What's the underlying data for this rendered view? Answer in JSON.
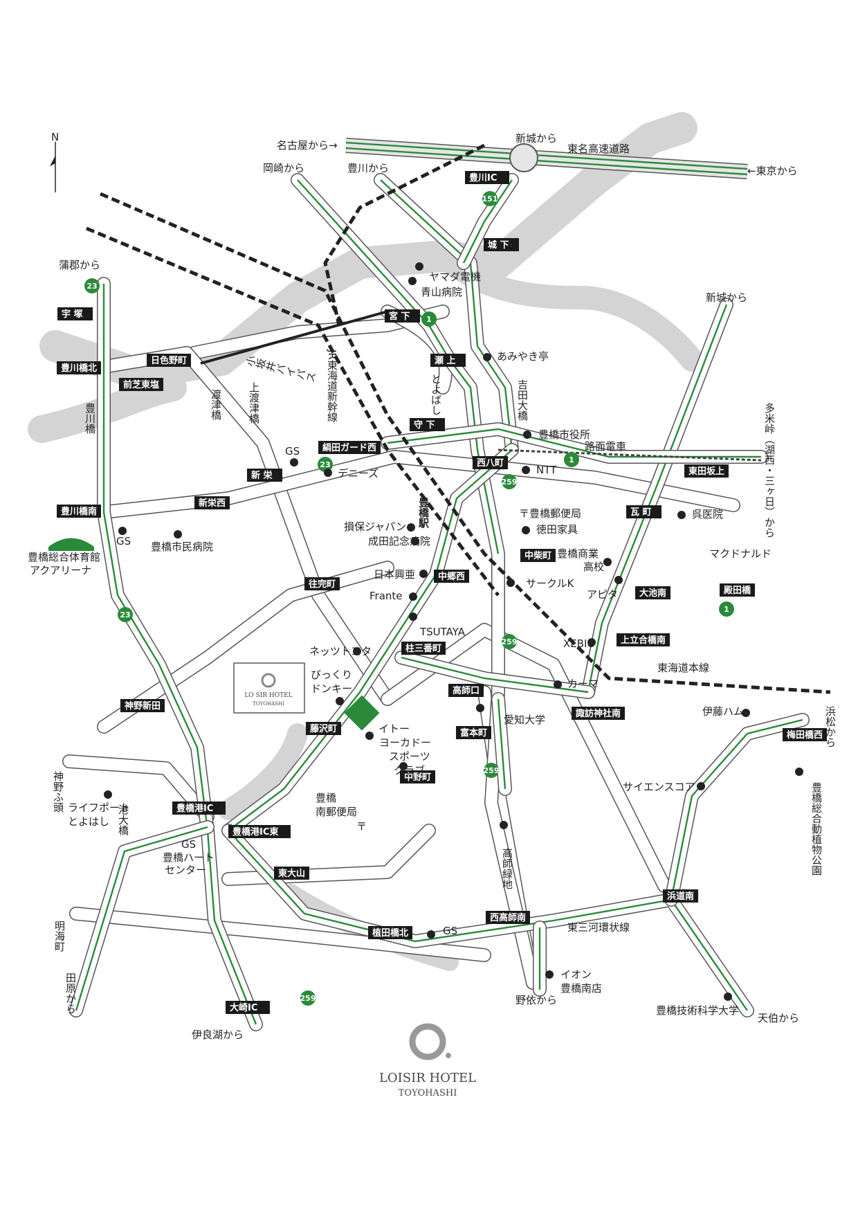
{
  "north": "N",
  "directions": {
    "nagoya": "名古屋から→",
    "shinshiro_top": "新城から",
    "tokyo": "←東京から",
    "okazaki": "岡崎から",
    "toyokawa": "豊川から",
    "gamagori": "蒲郡から",
    "shinshiro_right": "新城から",
    "tamitoge": "多米峠（湖西・三ヶ日）から",
    "hamamatsu": "浜松から",
    "tahara": "田原から",
    "irago": "伊良湖から",
    "noyori": "野依から",
    "tenpaku": "天伯から"
  },
  "roads": {
    "tomei": "東名高速道路",
    "kosakai": "小坂井バイパス",
    "shinkansen": "JR東海道新幹線",
    "tokaido": "東海道本線",
    "tram": "路面電車",
    "higashimikawa": "東三河環状線"
  },
  "intersections": [
    {
      "id": "toyokawa-ic",
      "label": "豊川IC"
    },
    {
      "id": "shiroshita",
      "label": "城 下"
    },
    {
      "id": "miyashita",
      "label": "宮 下"
    },
    {
      "id": "seue",
      "label": "瀬 上"
    },
    {
      "id": "morishita",
      "label": "守 下"
    },
    {
      "id": "nishihacho",
      "label": "西八町"
    },
    {
      "id": "higashidasakaue",
      "label": "東田坂上"
    },
    {
      "id": "kawaramachi",
      "label": "瓦 町"
    },
    {
      "id": "udzuka",
      "label": "宇 塚"
    },
    {
      "id": "hiirono",
      "label": "日色野町"
    },
    {
      "id": "toyokawabashi-kita",
      "label": "豊川橋北"
    },
    {
      "id": "maeshiba",
      "label": "前芝東塩"
    },
    {
      "id": "kinuda",
      "label": "絹田ガード西"
    },
    {
      "id": "shinsakae",
      "label": "新 栄"
    },
    {
      "id": "shinsakae-nishi",
      "label": "新栄西"
    },
    {
      "id": "toyokawabashi-minami",
      "label": "豊川橋南"
    },
    {
      "id": "nakashiba",
      "label": "中柴町"
    },
    {
      "id": "oikenami",
      "label": "大池南"
    },
    {
      "id": "tonodabashi",
      "label": "殿田橋"
    },
    {
      "id": "ojiyocho",
      "label": "往完町"
    },
    {
      "id": "nakago-nishi",
      "label": "中郷西"
    },
    {
      "id": "kamitachiai",
      "label": "上立合橋南"
    },
    {
      "id": "hashira",
      "label": "柱三番町"
    },
    {
      "id": "takashiguchi",
      "label": "高師口"
    },
    {
      "id": "suwa",
      "label": "諏訪神社南"
    },
    {
      "id": "jinno",
      "label": "神野新田"
    },
    {
      "id": "fujisawa",
      "label": "藤沢町"
    },
    {
      "id": "tomimoto",
      "label": "富本町"
    },
    {
      "id": "umeda",
      "label": "梅田橋西"
    },
    {
      "id": "nakano",
      "label": "中野町"
    },
    {
      "id": "toyohashi-ko-ic",
      "label": "豊橋港IC"
    },
    {
      "id": "toyohashi-ko-ic-higashi",
      "label": "豊橋港IC東"
    },
    {
      "id": "higashiooyama",
      "label": "東大山"
    },
    {
      "id": "hamamichi",
      "label": "浜道南"
    },
    {
      "id": "nishitakashi",
      "label": "西高師南"
    },
    {
      "id": "uedabashi",
      "label": "植田橋北"
    },
    {
      "id": "oosaki",
      "label": "大崎IC"
    }
  ],
  "landmarks": {
    "yamada": "ヤマダ電機",
    "aoyama": "青山病院",
    "amiyaki": "あみやき亭",
    "toyohashi_city": "豊橋市役所",
    "ntt": "NTT",
    "gs1": "GS",
    "dennys": "デニーズ",
    "post1": "〒豊橋郵便局",
    "tokuda": "徳田家具",
    "kureiin": "呉医院",
    "mcd": "マクドナルド",
    "sonpo": "損保ジャパン",
    "narita": "成田記念病院",
    "gs2": "GS",
    "shiminbyoin": "豊橋市民病院",
    "arena1": "豊橋総合体育館",
    "arena2": "アクアリーナ",
    "shogyo1": "豊橋商業",
    "shogyo2": "高校",
    "nihonkoa": "日本興亜",
    "circlek": "サークルK",
    "apita": "アピタ",
    "frante": "Frante",
    "tsutaya": "TSUTAYA",
    "xebio": "XEBIO",
    "netz": "ネッツトヨタ",
    "bikkuri1": "びっくり",
    "bikkuri2": "ドンキー",
    "kama": "カーマ",
    "ito1": "イトー",
    "ito2": "ヨーカドー",
    "ito3": "スポーツ",
    "ito4": "クラブ",
    "aichi": "愛知大学",
    "itoham": "伊藤ハム",
    "science": "サイエンスコア",
    "zoo": "豊橋総合動植物公園",
    "lifeport1": "ライフポート",
    "lifeport2": "とよはし",
    "gs3": "GS",
    "heart1": "豊橋ハート",
    "heart2": "センター",
    "post2a": "豊橋",
    "post2b": "南郵便局",
    "post2c": "〒",
    "takashi_ryokuchi": "高師緑地",
    "gs4": "GS",
    "aeon1": "イオン",
    "aeon2": "豊橋南店",
    "tut": "豊橋技術科学大学",
    "toyohashi_station": "豊橋駅",
    "toyobashi": "とよばし",
    "yoshida": "吉田大橋",
    "toyokawabashi": "豊川橋",
    "watazu": "渡津橋",
    "kamiwatazu": "上渡津橋",
    "jinno_futo": "神野ふ頭",
    "minato_ohashi": "港大橋",
    "meikai": "明海町"
  },
  "hotel": {
    "name": "LOISIR HOTEL",
    "city": "TOYOHASHI",
    "small_name": "LO SIR HOTEL",
    "small_city": "TOYOHASHI"
  },
  "route_numbers": {
    "r1": "1",
    "r23": "23",
    "r151": "151",
    "r259": "259"
  },
  "colors": {
    "route": "#2a8a3a",
    "river": "#d4d4d4",
    "box": "#1a1a1a",
    "hotel": "#2a8a3a"
  }
}
